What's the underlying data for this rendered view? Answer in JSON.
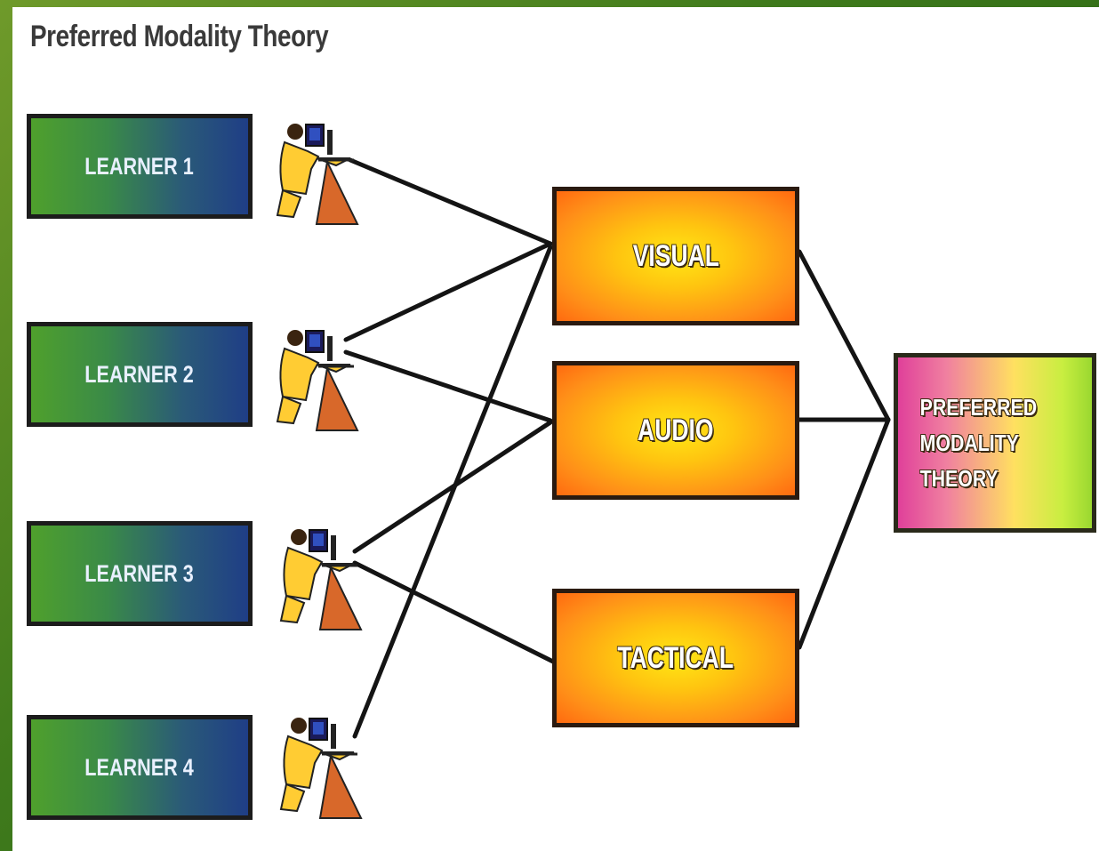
{
  "title": "Preferred Modality Theory",
  "learners": [
    "LEARNER 1",
    "LEARNER 2",
    "LEARNER 3",
    "LEARNER 4"
  ],
  "modalities": {
    "visual": "VISUAL",
    "audio": "AUDIO",
    "tactical": "TACTICAL"
  },
  "result": "PREFERRED MODALITY THEORY",
  "icons": {
    "learner_figure": "person-at-computer-icon"
  },
  "colors": {
    "learner_start": "#4fa02c",
    "learner_end": "#1f3e86",
    "modality_center": "#ffe814",
    "modality_edge": "#ff6a10",
    "result_start": "#e0409a",
    "result_end": "#9ad830"
  }
}
